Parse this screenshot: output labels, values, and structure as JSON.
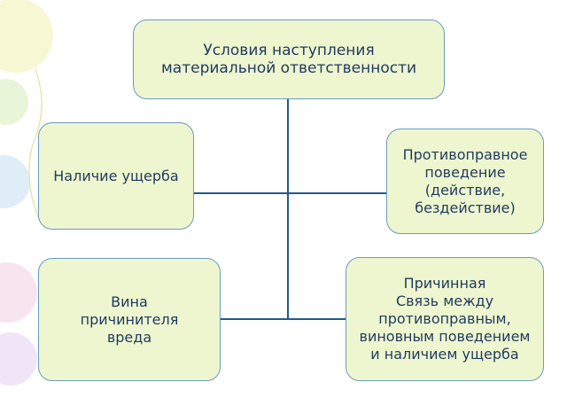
{
  "diagram": {
    "root": {
      "label": "Условия наступления\nматериальной ответственности"
    },
    "children": [
      {
        "id": "damage",
        "label": "Наличие ущерба"
      },
      {
        "id": "unlawful",
        "label": "Противоправное\nповедение\n(действие,\nбездействие)"
      },
      {
        "id": "guilt",
        "label": "Вина\nпричинителя\nвреда"
      },
      {
        "id": "causation",
        "label": "Причинная\nСвязь между\nпротивоправным,\nвиновным поведением\nи наличием ущерба"
      }
    ]
  },
  "colors": {
    "box_fill": "#eef6cf",
    "box_border": "#6a9bc0",
    "connector": "#1f5b87",
    "text": "#1f3a5f"
  }
}
